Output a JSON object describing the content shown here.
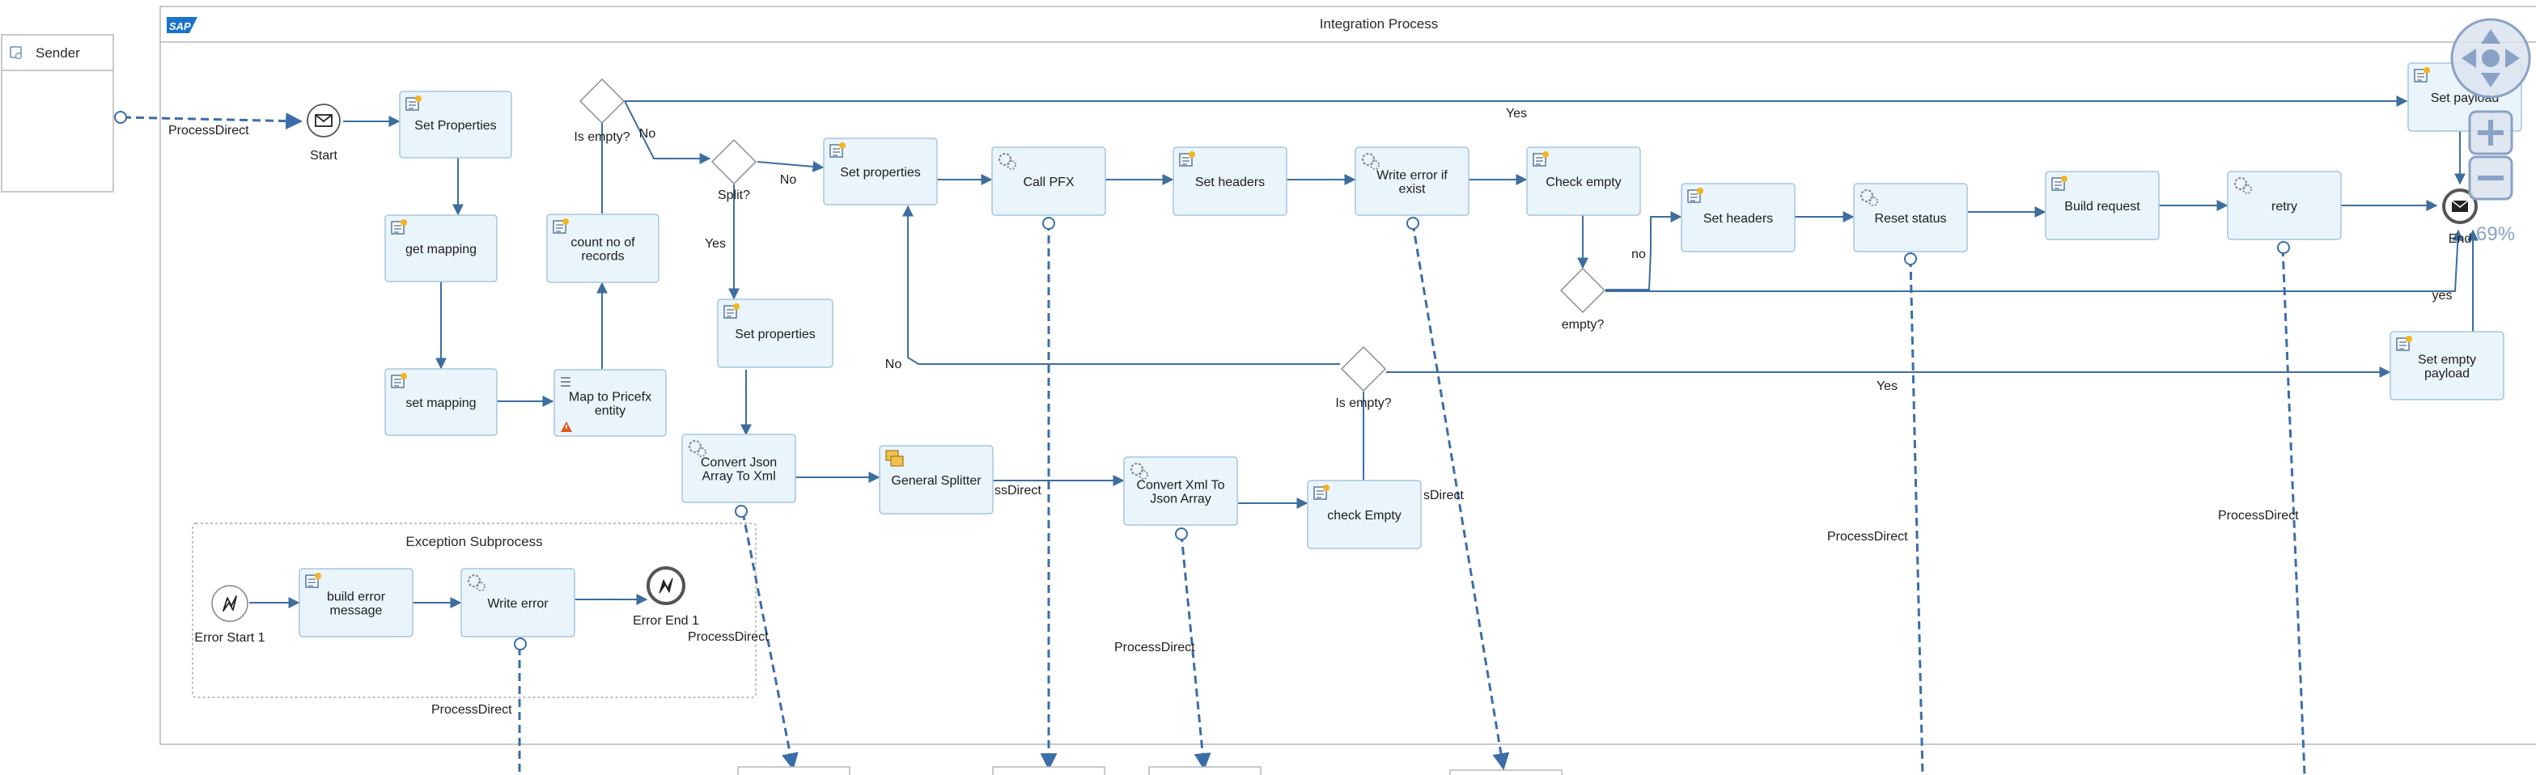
{
  "pool": {
    "title": "Integration Process",
    "logo": "SAP"
  },
  "sender": {
    "label": "Sender"
  },
  "subprocess": {
    "title": "Exception Subprocess"
  },
  "zoom": {
    "value": "69%"
  },
  "tasks": [
    {
      "id": "set-properties-1",
      "lines": [
        "Set Properties"
      ],
      "icon": "script"
    },
    {
      "id": "get-mapping",
      "lines": [
        "get mapping"
      ],
      "icon": "script"
    },
    {
      "id": "set-mapping",
      "lines": [
        "set mapping"
      ],
      "icon": "script"
    },
    {
      "id": "count-records",
      "lines": [
        "count no of",
        "records"
      ],
      "icon": "script"
    },
    {
      "id": "map-to-pricefx",
      "lines": [
        "Map to Pricefx",
        "entity"
      ],
      "icon": "mapping",
      "warning": true
    },
    {
      "id": "set-properties-2",
      "lines": [
        "Set properties"
      ],
      "icon": "script"
    },
    {
      "id": "set-properties-3",
      "lines": [
        "Set properties"
      ],
      "icon": "script"
    },
    {
      "id": "call-pfx",
      "lines": [
        "Call PFX"
      ],
      "icon": "gear"
    },
    {
      "id": "set-headers-1",
      "lines": [
        "Set headers"
      ],
      "icon": "script"
    },
    {
      "id": "write-error-if-exist",
      "lines": [
        "Write error if",
        "exist"
      ],
      "icon": "gear"
    },
    {
      "id": "check-empty",
      "lines": [
        "Check empty"
      ],
      "icon": "script"
    },
    {
      "id": "set-headers-2",
      "lines": [
        "Set headers"
      ],
      "icon": "script"
    },
    {
      "id": "reset-status",
      "lines": [
        "Reset status"
      ],
      "icon": "gear"
    },
    {
      "id": "build-request",
      "lines": [
        "Build request"
      ],
      "icon": "script"
    },
    {
      "id": "retry",
      "lines": [
        "retry"
      ],
      "icon": "gear"
    },
    {
      "id": "set-payload",
      "lines": [
        "Set payload"
      ],
      "icon": "script"
    },
    {
      "id": "set-empty-payload",
      "lines": [
        "Set empty",
        "payload"
      ],
      "icon": "script"
    },
    {
      "id": "convert-json-to-xml",
      "lines": [
        "Convert Json",
        "Array To Xml"
      ],
      "icon": "gear"
    },
    {
      "id": "general-splitter",
      "lines": [
        "General Splitter"
      ],
      "icon": "splitter"
    },
    {
      "id": "convert-xml-to-json",
      "lines": [
        "Convert Xml To",
        "Json Array"
      ],
      "icon": "gear"
    },
    {
      "id": "check-empty-2",
      "lines": [
        "check Empty"
      ],
      "icon": "script"
    },
    {
      "id": "build-error-message",
      "lines": [
        "build error",
        "message"
      ],
      "icon": "script"
    },
    {
      "id": "write-error",
      "lines": [
        "Write error"
      ],
      "icon": "gear"
    }
  ],
  "gateways": [
    {
      "id": "is-empty-1",
      "label": "Is empty?"
    },
    {
      "id": "split",
      "label": "Split?"
    },
    {
      "id": "empty",
      "label": "empty?"
    },
    {
      "id": "is-empty-2",
      "label": "Is empty?"
    }
  ],
  "events": [
    {
      "id": "start",
      "label": "Start",
      "type": "message-start"
    },
    {
      "id": "end",
      "label": "End",
      "type": "message-end"
    },
    {
      "id": "error-start-1",
      "label": "Error Start 1",
      "type": "error-start"
    },
    {
      "id": "error-end-1",
      "label": "Error End 1",
      "type": "error-end"
    }
  ],
  "flow_labels": [
    {
      "id": "no-1",
      "text": "No"
    },
    {
      "id": "yes-top",
      "text": "Yes"
    },
    {
      "id": "no-2",
      "text": "No"
    },
    {
      "id": "yes-split",
      "text": "Yes"
    },
    {
      "id": "no-empty",
      "text": "no"
    },
    {
      "id": "yes-empty",
      "text": "yes"
    },
    {
      "id": "no-loop",
      "text": "No"
    },
    {
      "id": "yes-bottom",
      "text": "Yes"
    },
    {
      "id": "pd-sender",
      "text": "ProcessDirect"
    },
    {
      "id": "pd-splitter",
      "text": "ssDirect"
    },
    {
      "id": "pd-check",
      "text": "sDirect"
    },
    {
      "id": "pd-json",
      "text": "ProcessDirect"
    },
    {
      "id": "pd-xml",
      "text": "ProcessDirect"
    },
    {
      "id": "pd-reset",
      "text": "ProcessDirect"
    },
    {
      "id": "pd-retry",
      "text": "ProcessDirect"
    },
    {
      "id": "pd-write-error",
      "text": "ProcessDirect"
    }
  ],
  "colors": {
    "task_fill": "#eaf4fb",
    "task_stroke": "#a6c6de",
    "flow": "#3d6e9f",
    "dashed": "#3b6ea8",
    "control": "#8aa2c6"
  }
}
